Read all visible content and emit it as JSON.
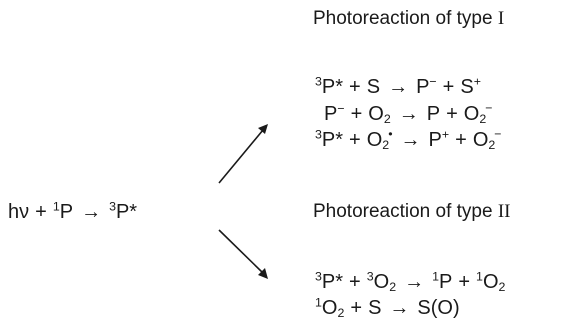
{
  "start": {
    "photon": "hν",
    "plus": "+",
    "ground_sup": "1",
    "ground": "P",
    "arrow": "→",
    "triplet_sup": "3",
    "triplet": "P*"
  },
  "type1": {
    "heading_text": "Photoreaction of type ",
    "heading_num": "I",
    "eq1": {
      "a_sup": "3",
      "a": "P*",
      "plus1": "+",
      "b": "S",
      "arrow": "→",
      "c": "P",
      "c_sup": "−",
      "plus2": "+",
      "d": "S",
      "d_sup": "+"
    },
    "eq2": {
      "a": "P",
      "a_sup": "−",
      "plus1": "+",
      "b": "O",
      "b_sub": "2",
      "arrow": "→",
      "c": "P",
      "plus2": "+",
      "d": "O",
      "d_sub": "2",
      "d_sup": "−"
    },
    "eq3": {
      "a_sup": "3",
      "a": "P*",
      "plus1": "+",
      "b": "O",
      "b_sub": "2",
      "b_sup": "•",
      "arrow": "→",
      "c": "P",
      "c_sup": "+",
      "plus2": "+",
      "d": "O",
      "d_sub": "2",
      "d_sup": "−"
    }
  },
  "type2": {
    "heading_text": "Photoreaction of type ",
    "heading_num": "II",
    "eq1": {
      "a_sup": "3",
      "a": "P*",
      "plus1": "+",
      "b_sup": "3",
      "b": "O",
      "b_sub": "2",
      "arrow": "→",
      "c_sup": "1",
      "c": "P",
      "plus2": "+",
      "d_sup": "1",
      "d": "O",
      "d_sub": "2"
    },
    "eq2": {
      "a_sup": "1",
      "a": "O",
      "a_sub": "2",
      "plus1": "+",
      "b": "S",
      "arrow": "→",
      "c": "S(O)"
    }
  }
}
